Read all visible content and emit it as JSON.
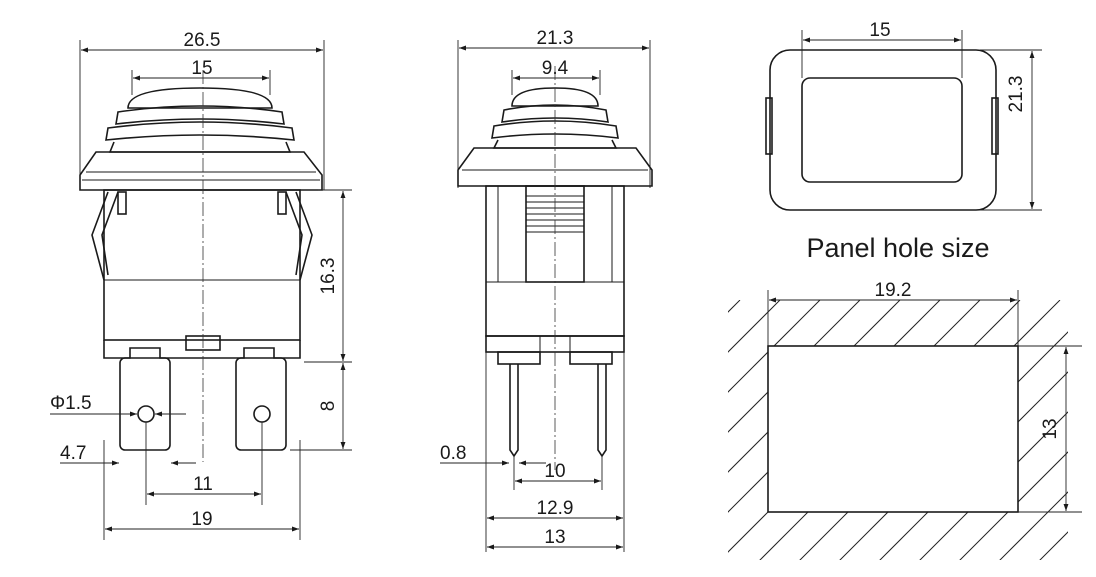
{
  "front_view": {
    "width_overall": "26.5",
    "cap_width": "15",
    "body_height": "16.3",
    "terminal_length": "8",
    "hole_diameter": "Φ1.5",
    "terminal_width": "4.7",
    "terminal_pitch": "11",
    "base_width": "19"
  },
  "side_view": {
    "width_overall": "21.3",
    "cap_width": "9.4",
    "pin_thickness": "0.8",
    "pin_pitch": "10",
    "pin_span": "12.9",
    "base_width": "13"
  },
  "top_view": {
    "window_width": "15",
    "height": "21.3"
  },
  "panel_hole": {
    "caption": "Panel hole size",
    "width": "19.2",
    "height": "13"
  }
}
